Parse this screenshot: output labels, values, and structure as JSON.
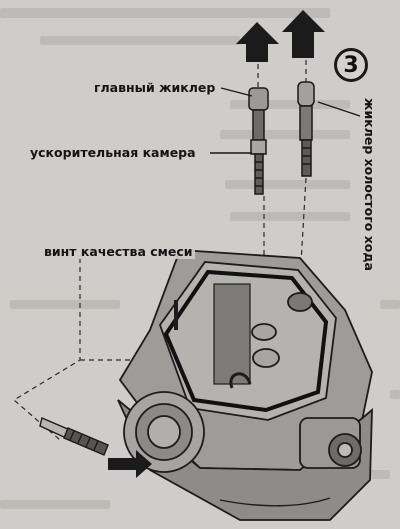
{
  "labels": {
    "main_jet": "главный жиклер",
    "accelerator_chamber": "ускорительная камера",
    "mixture_screw": "винт качества смеси",
    "idle_jet": "жиклер холостого хода"
  },
  "step_number": "3",
  "colors": {
    "background": "#cfcdc9",
    "ink": "#141414",
    "arrow": "#1b1b1b"
  },
  "icons": [
    "up-arrow-icon",
    "up-arrow-icon",
    "right-arrow-icon"
  ]
}
